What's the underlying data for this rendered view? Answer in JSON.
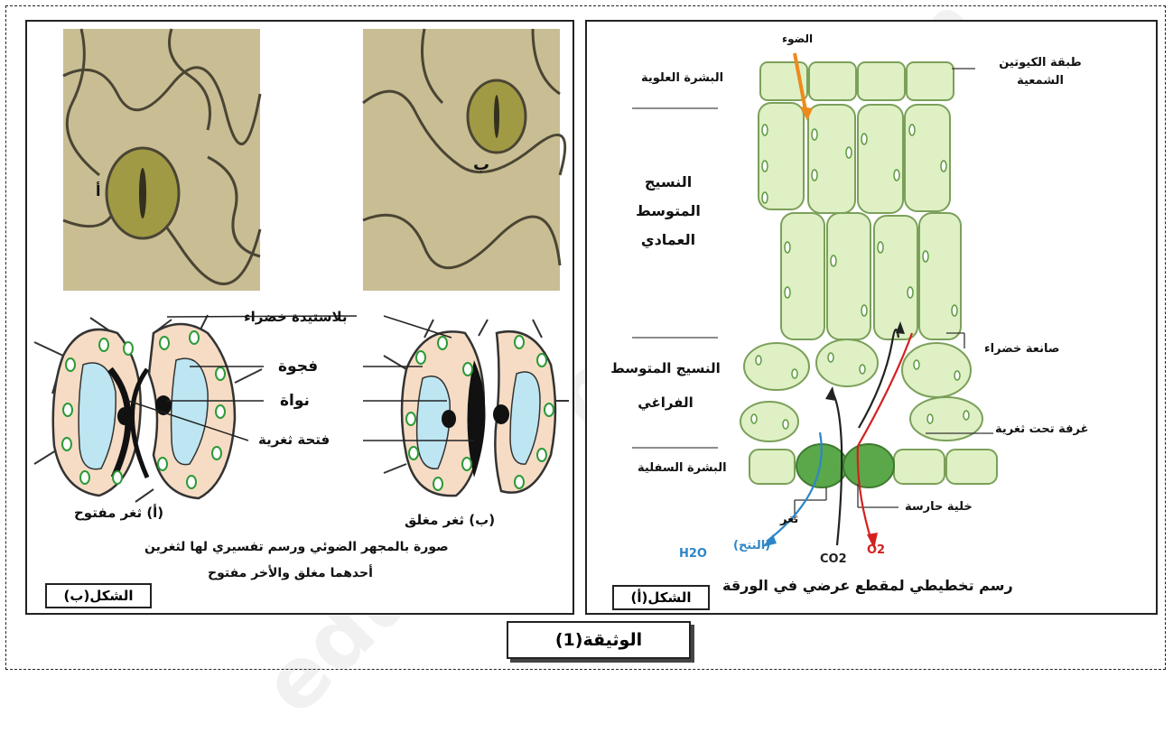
{
  "document_title": "الوثيقة(1)",
  "watermark": "education.com/exam",
  "figure_b": {
    "label": "الشكل(ب)",
    "photo_label_a": "أ",
    "photo_label_b": "ب",
    "labels": {
      "chloroplast": "بلاستيدة خضراء",
      "vacuole": "فجوة",
      "nucleus": "نواة",
      "stomatal_opening": "فتحة ثغرية"
    },
    "caption_open_prefix": "(أ)",
    "caption_open": "ثغر مفتوح",
    "caption_closed": "(ب) ثغر مغلق",
    "description_line1": "صورة بالمجهر الضوئي ورسم تفسيري لها لثغرين",
    "description_line2": "أحدهما مغلق والأخر مفتوح"
  },
  "figure_a": {
    "label": "الشكل(أ)",
    "caption": "رسم تخطيطي لمقطع عرضي في الورقة",
    "left_labels": {
      "upper_epidermis": "البشرة العلوية",
      "palisade": "النسيج المتوسط العمادي",
      "spongy": "النسيج المتوسط الفراغي",
      "lower_epidermis": "البشرة السفلية"
    },
    "right_labels": {
      "cuticle": "طبقة الكيوتين الشمعية",
      "chloroplast": "صانعة خضراء",
      "substomatal_chamber": "غرفة تحت ثغرية",
      "guard_cell": "خلية حارسة"
    },
    "light": "الضوء",
    "stoma": "ثغر",
    "transpiration": "(النتح)",
    "gases": {
      "h2o": "H2O",
      "co2": "CO2",
      "o2": "O2"
    },
    "colors": {
      "h2o": "#2e86c8",
      "co2": "#222222",
      "o2": "#d42020",
      "light_arrow": "#ee8a1c",
      "cell_fill": "#dff0c4",
      "guard_cell": "#5aa84a"
    }
  }
}
